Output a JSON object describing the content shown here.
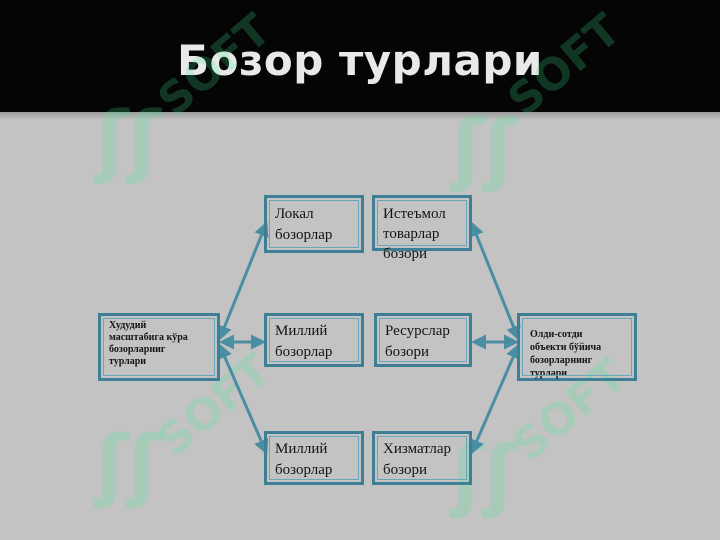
{
  "slide": {
    "title": "Бозор турлари"
  },
  "watermark": {
    "mark": "ʃʃ",
    "word": "SOFT"
  },
  "diagram": {
    "left_box": "Худудий\nмасштабига кўра\nбозорларниг\nтурлари",
    "right_box": "Олди-сотди\nобъекти бўйича\nбозорларнинг\nтурлари",
    "scale_boxes": [
      "Локал\nбозорлар",
      "Миллий\nбозорлар",
      "Миллий\nбозорлар"
    ],
    "object_boxes": [
      "Истеъмол\nтоварлар\nбозори",
      "Ресурслар\nбозори",
      "Хизматлар\nбозори"
    ]
  },
  "colors": {
    "header": "#050505",
    "background": "#c3c3c3",
    "box_border": "#3f7f95",
    "arrow": "#4a8ea3"
  }
}
